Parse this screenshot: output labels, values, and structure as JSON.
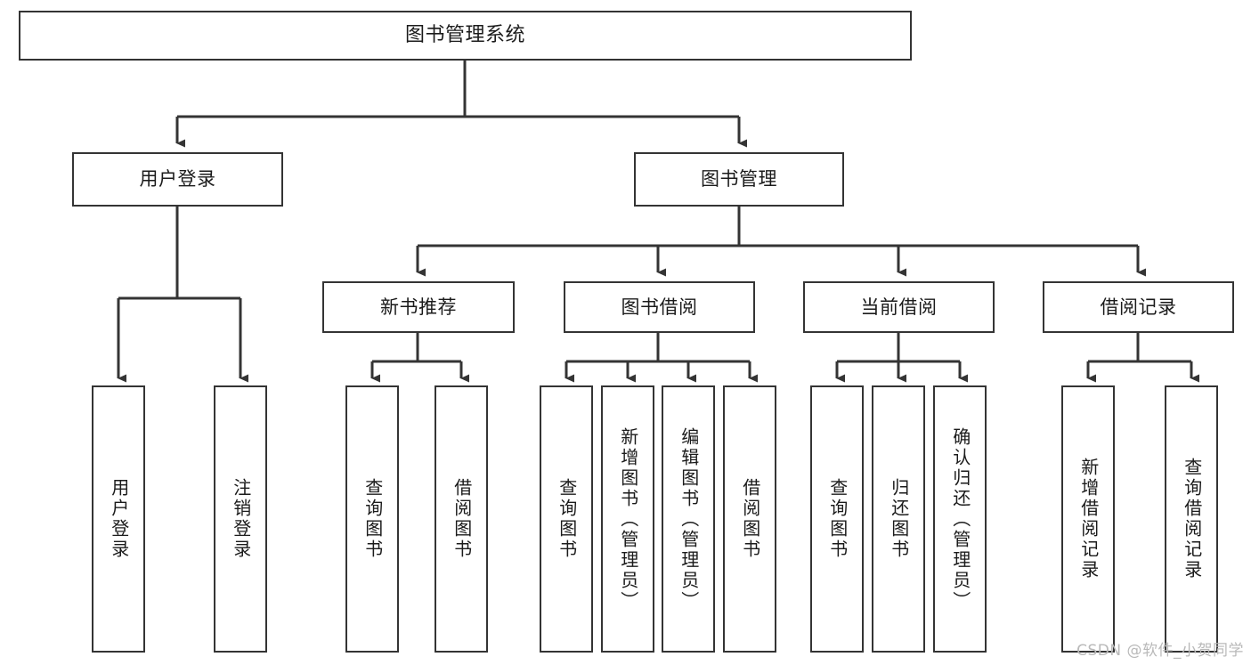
{
  "diagram": {
    "title": "图书管理系统",
    "type": "tree-hierarchy-chart",
    "orientation": "top-down",
    "line_color": "#343434",
    "box_fill": "#ffffff",
    "text_color": "#1b1b1b",
    "watermark": "CSDN @软件_小贺同学"
  },
  "nodes": {
    "root": {
      "label": "图书管理系统"
    },
    "level1": [
      {
        "label": "用户登录"
      },
      {
        "label": "图书管理"
      }
    ],
    "level2": [
      {
        "label": "新书推荐"
      },
      {
        "label": "图书借阅"
      },
      {
        "label": "当前借阅"
      },
      {
        "label": "借阅记录"
      }
    ],
    "leaves": {
      "user_login": [
        {
          "label": "用户登录"
        },
        {
          "label": "注销登录"
        }
      ],
      "new_book_recommend": [
        {
          "label": "查询图书"
        },
        {
          "label": "借阅图书"
        }
      ],
      "book_borrow": [
        {
          "label": "查询图书"
        },
        {
          "label": "新增图书（管理员）"
        },
        {
          "label": "编辑图书（管理员）"
        },
        {
          "label": "借阅图书"
        }
      ],
      "current_borrow": [
        {
          "label": "查询图书"
        },
        {
          "label": "归还图书"
        },
        {
          "label": "确认归还（管理员）"
        }
      ],
      "borrow_record": [
        {
          "label": "新增借阅记录"
        },
        {
          "label": "查询借阅记录"
        }
      ]
    }
  }
}
